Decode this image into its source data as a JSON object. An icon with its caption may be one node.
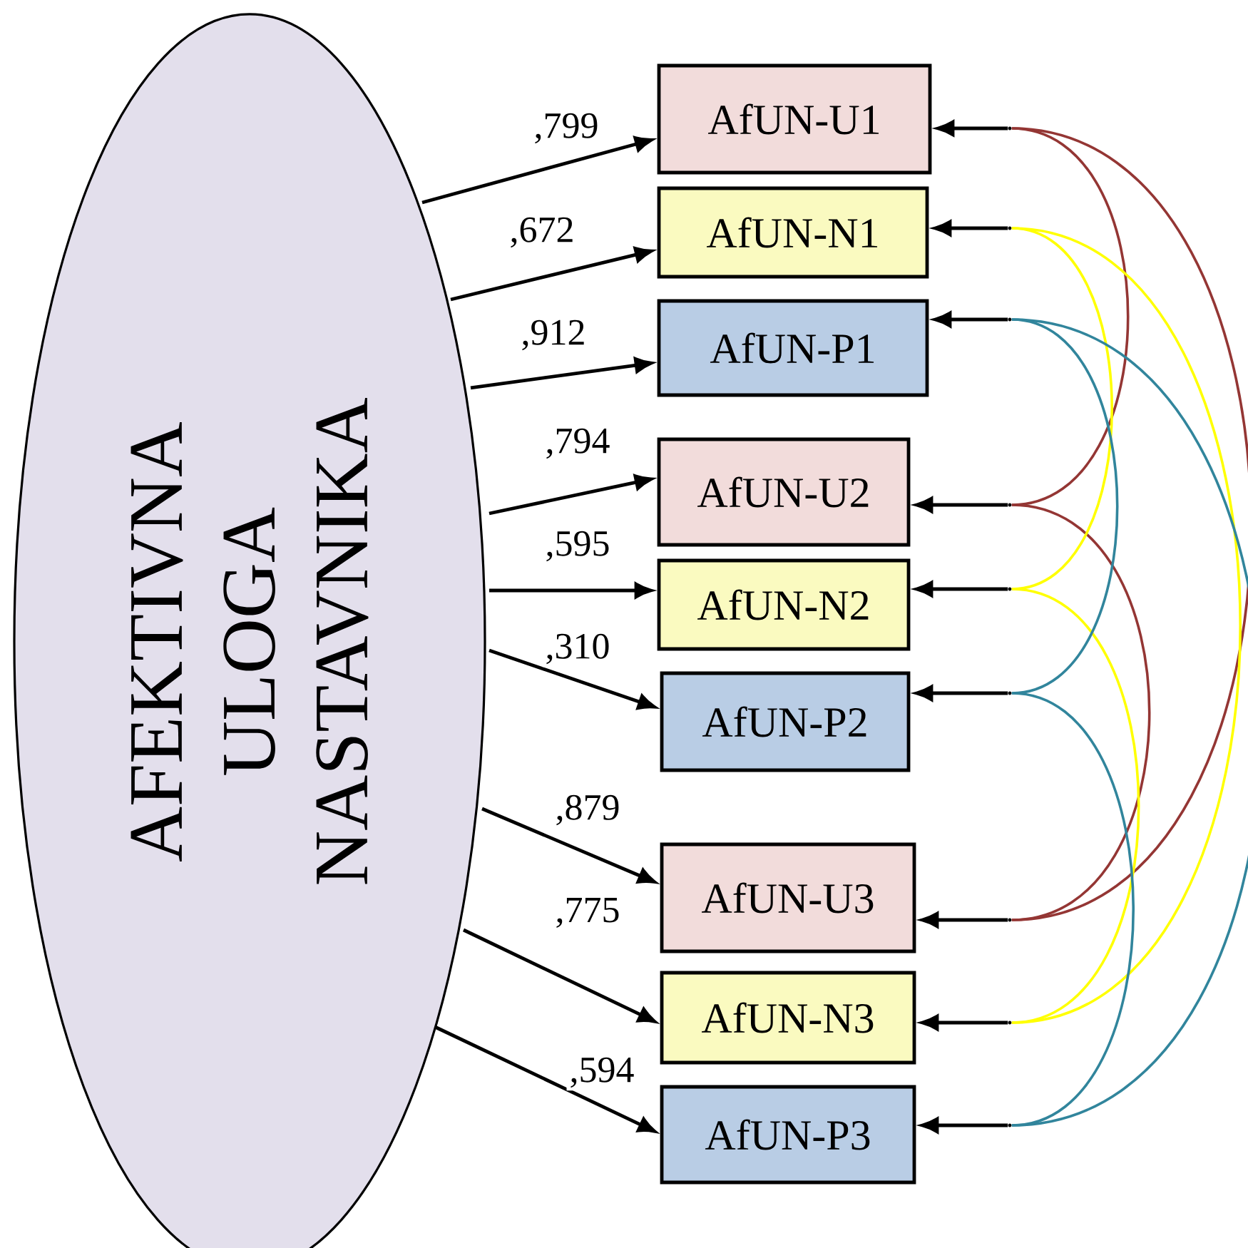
{
  "diagram": {
    "nodes": [
      {
        "text": [
          "AFEKTIVNA ULOGA NASTAVNIKA"
        ]
      },
      {
        "text": [
          "AfUN-U1"
        ]
      },
      {
        "text": [
          "AfUN-N1"
        ]
      },
      {
        "text": [
          "AfUN-P1"
        ]
      },
      {
        "text": [
          "AfUN-U2"
        ]
      },
      {
        "text": [
          "AfUN-N2"
        ]
      },
      {
        "text": [
          "AfUN-P2"
        ]
      },
      {
        "text": [
          "AfUN-U3"
        ]
      },
      {
        "text": [
          "AfUN-N3"
        ]
      },
      {
        "text": [
          "AfUN-P3"
        ]
      },
      {
        "text": [],
        "shape": "point"
      },
      {
        "text": [],
        "shape": "point"
      },
      {
        "text": [],
        "shape": "point"
      },
      {
        "text": [],
        "shape": "point"
      },
      {
        "text": [],
        "shape": "point"
      },
      {
        "text": [],
        "shape": "point"
      },
      {
        "text": [],
        "shape": "point"
      },
      {
        "text": [],
        "shape": "point"
      },
      {
        "text": [],
        "shape": "point"
      }
    ],
    "edges": [
      {
        "from": 0,
        "to": 1,
        "arrow": "to",
        "label": ",799"
      },
      {
        "from": 0,
        "to": 2,
        "arrow": "to",
        "label": ",672"
      },
      {
        "from": 0,
        "to": 3,
        "arrow": "to",
        "label": ",912"
      },
      {
        "from": 0,
        "to": 4,
        "arrow": "to",
        "label": ",794"
      },
      {
        "from": 0,
        "to": 5,
        "arrow": "to",
        "label": ",595"
      },
      {
        "from": 0,
        "to": 6,
        "arrow": "to",
        "label": ",310"
      },
      {
        "from": 0,
        "to": 7,
        "arrow": "to",
        "label": ",879"
      },
      {
        "from": 0,
        "to": 8,
        "arrow": "to",
        "label": ",775"
      },
      {
        "from": 0,
        "to": 9,
        "arrow": "to",
        "label": ",594"
      },
      {
        "from": 10,
        "to": 1,
        "arrow": "to"
      },
      {
        "from": 11,
        "to": 2,
        "arrow": "to"
      },
      {
        "from": 12,
        "to": 3,
        "arrow": "to"
      },
      {
        "from": 13,
        "to": 4,
        "arrow": "to"
      },
      {
        "from": 14,
        "to": 5,
        "arrow": "to"
      },
      {
        "from": 15,
        "to": 6,
        "arrow": "to"
      },
      {
        "from": 16,
        "to": 7,
        "arrow": "to"
      },
      {
        "from": 17,
        "to": 8,
        "arrow": "to"
      },
      {
        "from": 18,
        "to": 9,
        "arrow": "to"
      },
      {
        "from": 10,
        "to": 13,
        "arrow": "none",
        "color": "#943634"
      },
      {
        "from": 10,
        "to": 16,
        "arrow": "none",
        "color": "#943634"
      },
      {
        "from": 13,
        "to": 16,
        "arrow": "none",
        "color": "#943634"
      },
      {
        "from": 11,
        "to": 14,
        "arrow": "none",
        "color": "#ffff00"
      },
      {
        "from": 11,
        "to": 17,
        "arrow": "none",
        "color": "#ffff00"
      },
      {
        "from": 14,
        "to": 17,
        "arrow": "none",
        "color": "#ffff00"
      },
      {
        "from": 12,
        "to": 15,
        "arrow": "none",
        "color": "#31859c"
      },
      {
        "from": 12,
        "to": 18,
        "arrow": "none",
        "color": "#31859c"
      },
      {
        "from": 15,
        "to": 18,
        "arrow": "none",
        "color": "#31859c"
      }
    ]
  }
}
